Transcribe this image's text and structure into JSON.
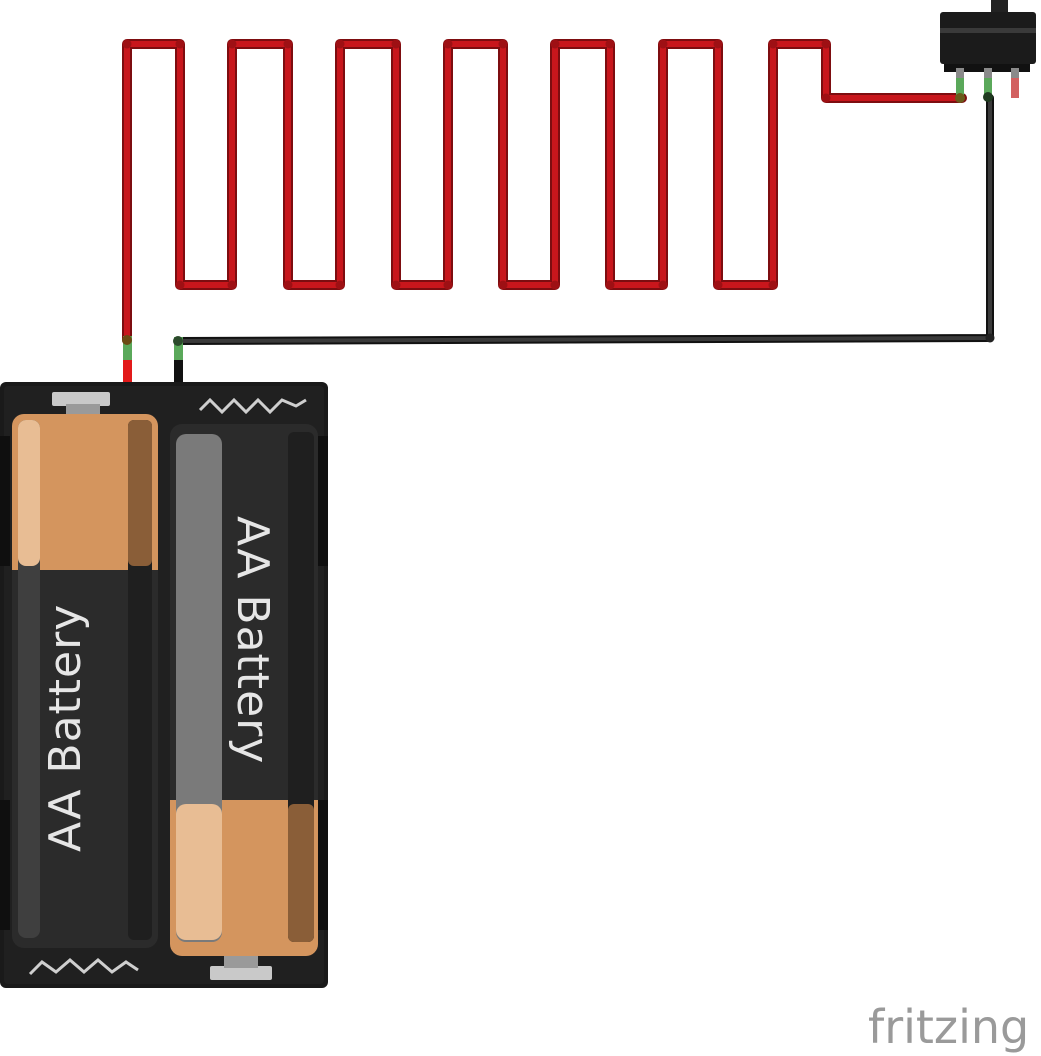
{
  "diagram": {
    "battery_left_label": "AA Battery",
    "battery_right_label": "AA Battery",
    "logo_text": "fritzing"
  },
  "colors": {
    "red_wire": "#c8161c",
    "black_wire": "#333333",
    "connector_green": "#5aa85a",
    "holder": "#1a1a1a",
    "battery_body": "#2b2b2b",
    "battery_copper": "#d4955e",
    "logo": "#9a9a9a"
  }
}
